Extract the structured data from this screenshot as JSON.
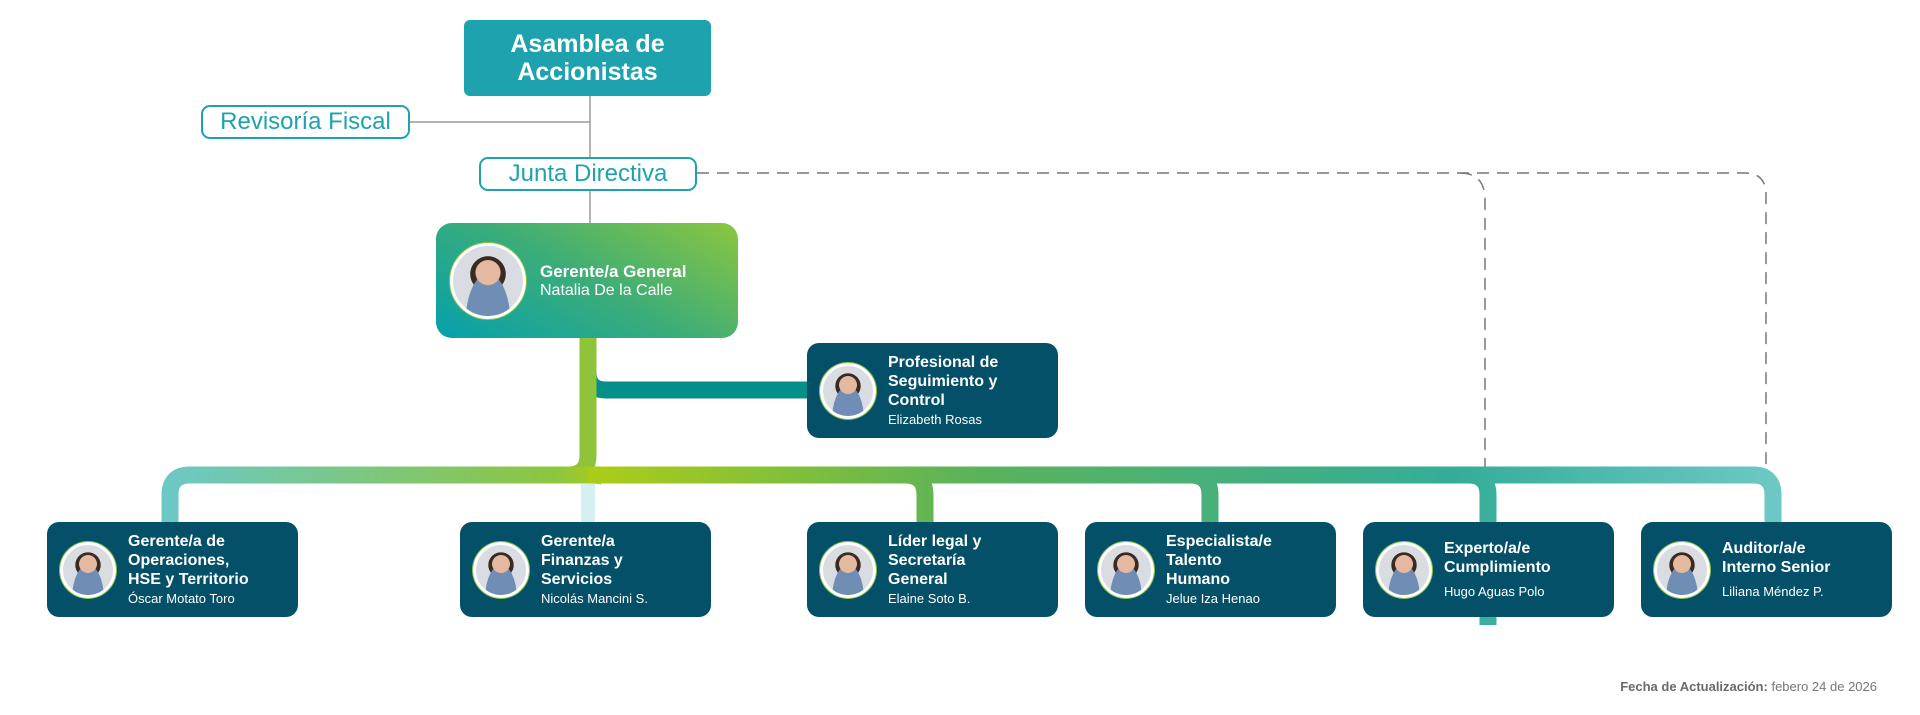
{
  "asamblea": {
    "line1": "Asamblea de",
    "line2": "Accionistas"
  },
  "revisoria": "Revisoría Fiscal",
  "junta": "Junta Directiva",
  "general": {
    "title": "Gerente/a General",
    "name": "Natalia De la Calle"
  },
  "seguimiento": {
    "title": [
      "Profesional de",
      "Seguimiento y",
      "Control"
    ],
    "name": "Elizabeth Rosas"
  },
  "cards": [
    {
      "title": [
        "Gerente/a de",
        "Operaciones,",
        "HSE y Territorio"
      ],
      "name": "Óscar Motato Toro"
    },
    {
      "title": [
        "Gerente/a",
        "Finanzas y",
        "Servicios"
      ],
      "name": "Nicolás Mancini S."
    },
    {
      "title": [
        "Líder legal y",
        "Secretaría",
        "General"
      ],
      "name": "Elaine Soto B."
    },
    {
      "title": [
        "Especialista/e",
        "Talento",
        "Humano"
      ],
      "name": "Jelue Iza Henao"
    },
    {
      "title": [
        "Experto/a/e",
        "Cumplimiento"
      ],
      "name": "Hugo Aguas Polo"
    },
    {
      "title": [
        "Auditor/a/e",
        "Interno Senior"
      ],
      "name": "Liliana Méndez P."
    }
  ],
  "footer": {
    "label": "Fecha de Actualización:",
    "value": "febero 24 de 2026"
  },
  "colors": {
    "card": "#035068",
    "teal": "#1ea3ae",
    "green": "#8cc63f"
  }
}
